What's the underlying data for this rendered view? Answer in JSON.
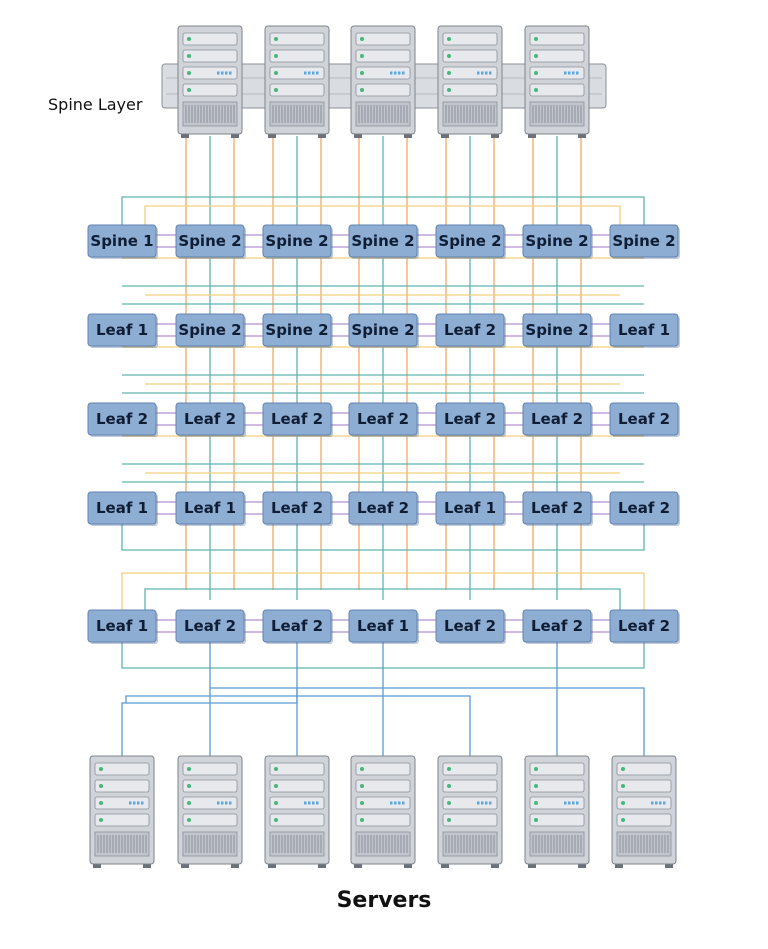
{
  "diagram": {
    "spine_layer_label": "Spine Layer",
    "servers_label": "Servers",
    "grid": [
      [
        "Spine 1",
        "Spine 2",
        "Spine 2",
        "Spine 2",
        "Spine 2",
        "Spine 2",
        "Spine 2"
      ],
      [
        "Leaf 1",
        "Spine 2",
        "Spine 2",
        "Spine 2",
        "Leaf 2",
        "Spine 2",
        "Leaf 1"
      ],
      [
        "Leaf 2",
        "Leaf 2",
        "Leaf 2",
        "Leaf 2",
        "Leaf 2",
        "Leaf 2",
        "Leaf 2"
      ],
      [
        "Leaf 1",
        "Leaf 1",
        "Leaf 2",
        "Leaf 2",
        "Leaf 1",
        "Leaf 2",
        "Leaf 2"
      ],
      [
        "Leaf 1",
        "Leaf 2",
        "Leaf 2",
        "Leaf 1",
        "Leaf 2",
        "Leaf 2",
        "Leaf 2"
      ]
    ],
    "top_server_count": 5,
    "bottom_server_count": 7,
    "colors": {
      "node_fill": "#8eadd3",
      "node_stroke": "#5f82b0",
      "link_orange": "#f0a868",
      "link_teal": "#5fb3b0",
      "link_yellow": "#f2cf7a",
      "link_purple": "#b58fd0",
      "link_blue": "#5b9bd0",
      "server_fill": "#d0d3d8"
    },
    "icons": [
      "server-rack-icon"
    ]
  }
}
